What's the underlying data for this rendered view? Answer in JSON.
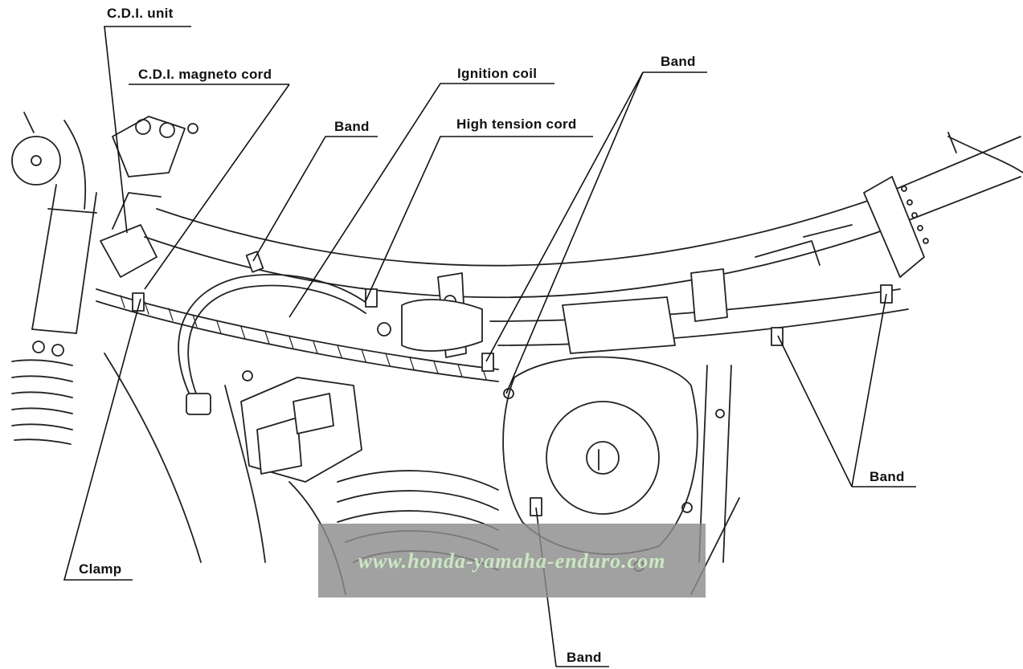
{
  "labels": {
    "cdi_unit": "C.D.I. unit",
    "cdi_magneto_cord": "C.D.I. magneto cord",
    "band_upper_left": "Band",
    "ignition_coil": "Ignition coil",
    "high_tension_cord": "High tension cord",
    "band_top": "Band",
    "band_right": "Band",
    "clamp": "Clamp",
    "band_bottom": "Band"
  },
  "watermark": {
    "text": "www.honda-yamaha-enduro.com"
  }
}
